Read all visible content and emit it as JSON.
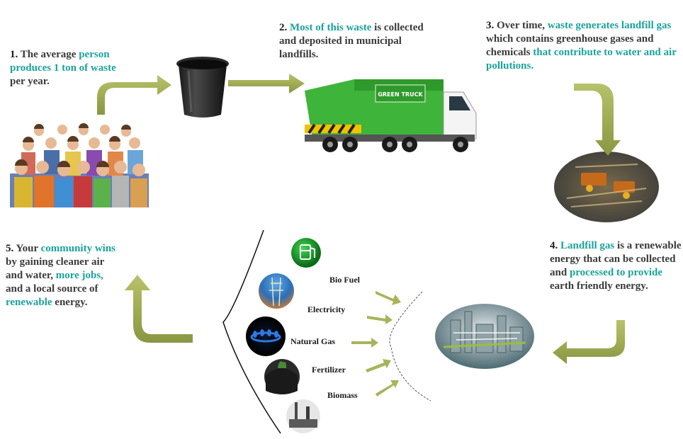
{
  "steps": [
    {
      "id": "step1",
      "number": "1.",
      "segments": [
        {
          "text": " The average ",
          "color": "dark"
        },
        {
          "text": "person produces ",
          "color": "teal"
        },
        {
          "text": "1 ton of waste ",
          "color": "teal"
        },
        {
          "text": "per year.",
          "color": "dark"
        }
      ]
    },
    {
      "id": "step2",
      "number": "2.",
      "segments": [
        {
          "text": " Most of this waste ",
          "color": "teal"
        },
        {
          "text": "is collected and deposited in municipal landfills.",
          "color": "dark"
        }
      ]
    },
    {
      "id": "step3",
      "number": "3.",
      "segments": [
        {
          "text": " Over time, ",
          "color": "dark"
        },
        {
          "text": "waste generates landfill gas ",
          "color": "teal"
        },
        {
          "text": "which contains greenhouse gases and chemicals ",
          "color": "dark"
        },
        {
          "text": "that contribute to water and air pollutions.",
          "color": "teal"
        }
      ]
    },
    {
      "id": "step4",
      "number": "4.",
      "segments": [
        {
          "text": " Landfill gas ",
          "color": "teal"
        },
        {
          "text": "is a renewable energy that can be collected and ",
          "color": "dark"
        },
        {
          "text": "processed to provide ",
          "color": "teal"
        },
        {
          "text": "earth friendly energy.",
          "color": "dark"
        }
      ]
    },
    {
      "id": "step5",
      "number": "5.",
      "segments": [
        {
          "text": " Your ",
          "color": "dark"
        },
        {
          "text": "community wins ",
          "color": "teal"
        },
        {
          "text": "by gaining cleaner air and water, ",
          "color": "dark"
        },
        {
          "text": "more jobs, ",
          "color": "teal"
        },
        {
          "text": "and a local source of ",
          "color": "dark"
        },
        {
          "text": "renewable ",
          "color": "teal"
        },
        {
          "text": "energy.",
          "color": "dark"
        }
      ]
    }
  ],
  "products": {
    "bio_fuel": "Bio Fuel",
    "electricity": "Electricity",
    "natural_gas": "Natural Gas",
    "fertilizer": "Fertilizer",
    "biomass": "Biomass"
  },
  "truck": {
    "sign_text": "GREEN TRUCK"
  },
  "colors": {
    "teal": "#1aa39a",
    "dark": "#3a3a3a",
    "arrow": "#9aa64a",
    "truck": "#3fb43a"
  }
}
